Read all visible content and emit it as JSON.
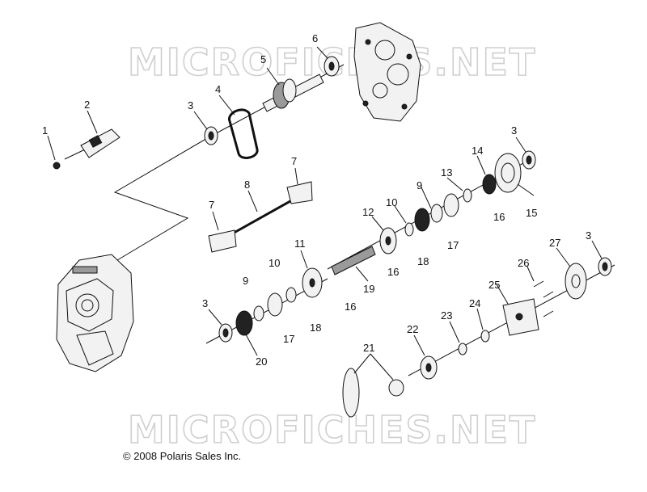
{
  "watermark_top": "MICROFICHES.NET",
  "watermark_bottom": "MICROFICHES.NET",
  "copyright": "© 2008 Polaris Sales Inc.",
  "callouts": [
    "1",
    "2",
    "3",
    "4",
    "5",
    "6",
    "3",
    "7",
    "7",
    "8",
    "12",
    "10",
    "9",
    "13",
    "14",
    "3",
    "15",
    "16",
    "17",
    "11",
    "10",
    "9",
    "16",
    "18",
    "3",
    "17",
    "18",
    "19",
    "16",
    "20",
    "26",
    "27",
    "3",
    "25",
    "21",
    "22",
    "23",
    "24"
  ]
}
